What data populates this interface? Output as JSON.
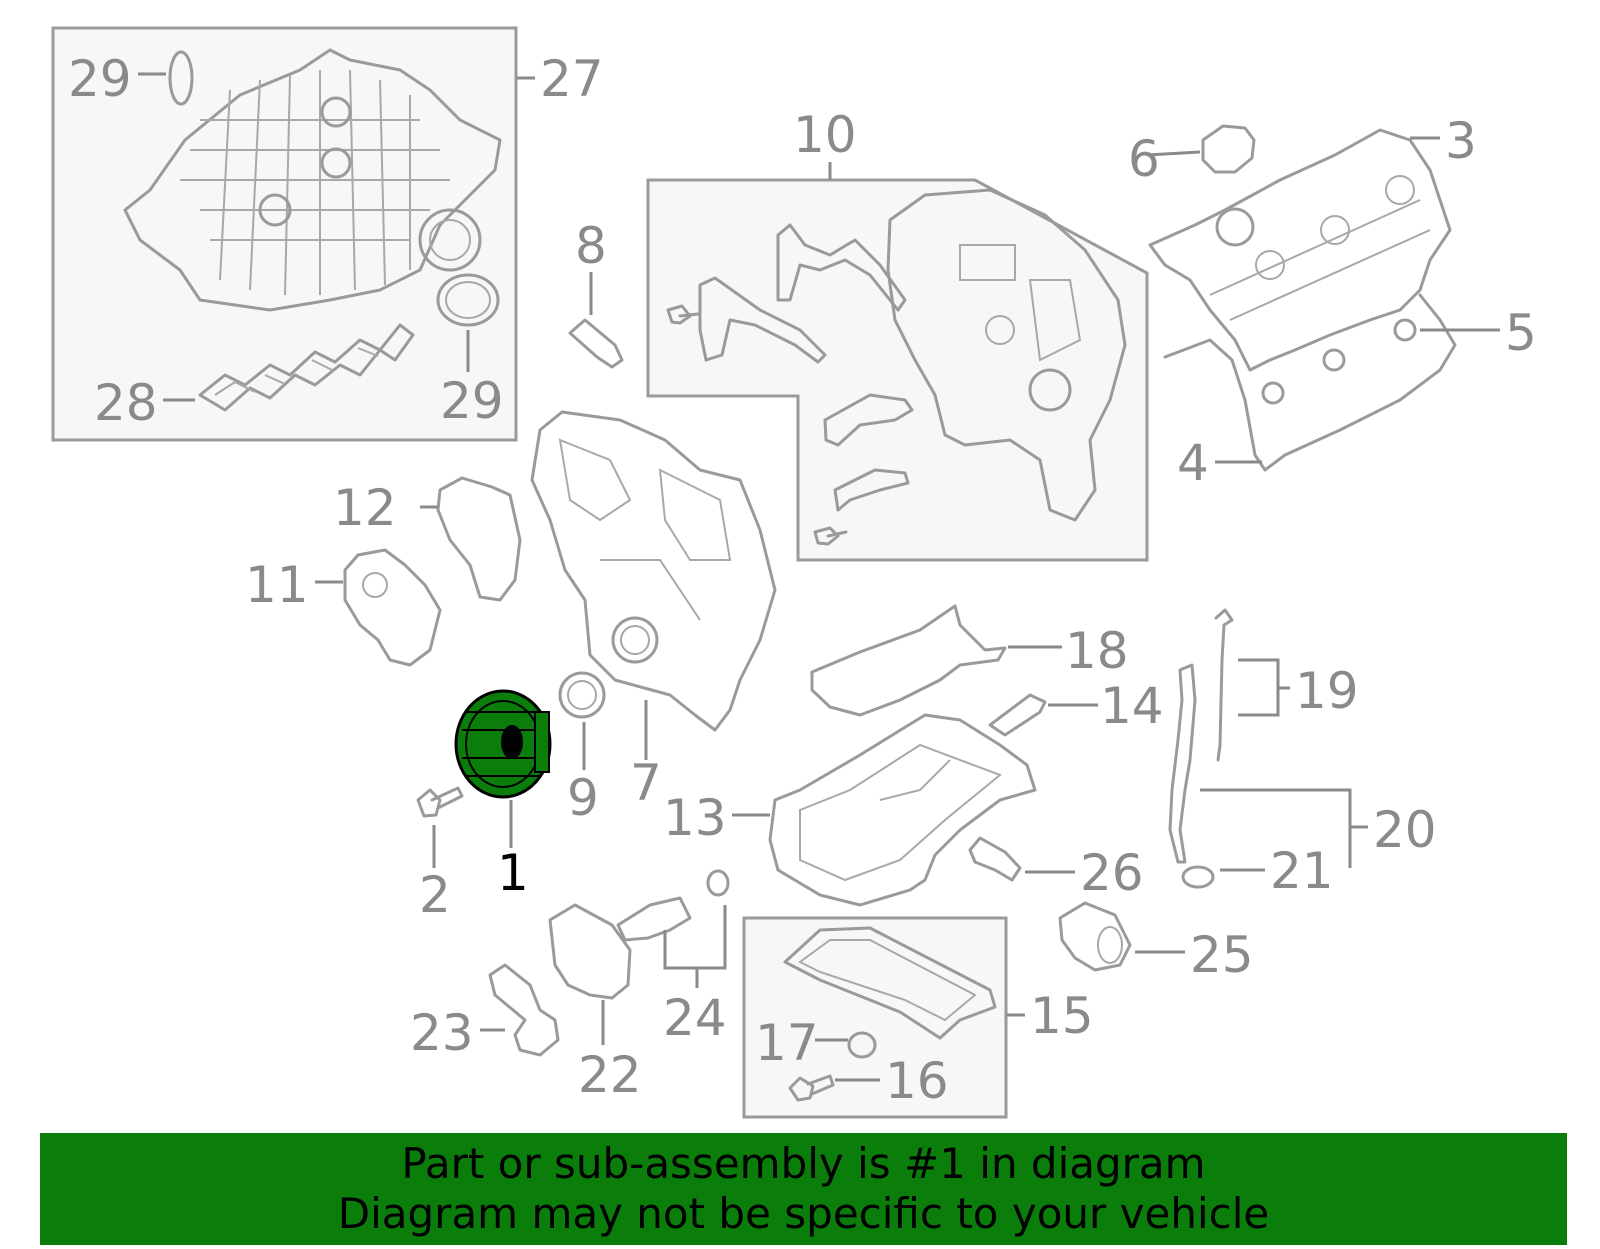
{
  "highlight": {
    "part_number": "1",
    "color": "#0b7d0b"
  },
  "callouts": [
    {
      "id": "1",
      "text": "1",
      "highlighted": true
    },
    {
      "id": "2",
      "text": "2"
    },
    {
      "id": "3",
      "text": "3"
    },
    {
      "id": "4",
      "text": "4"
    },
    {
      "id": "5",
      "text": "5"
    },
    {
      "id": "6",
      "text": "6"
    },
    {
      "id": "7",
      "text": "7"
    },
    {
      "id": "8",
      "text": "8"
    },
    {
      "id": "9",
      "text": "9"
    },
    {
      "id": "10",
      "text": "10"
    },
    {
      "id": "11",
      "text": "11"
    },
    {
      "id": "12",
      "text": "12"
    },
    {
      "id": "13",
      "text": "13"
    },
    {
      "id": "14",
      "text": "14"
    },
    {
      "id": "15",
      "text": "15"
    },
    {
      "id": "16",
      "text": "16"
    },
    {
      "id": "17",
      "text": "17"
    },
    {
      "id": "18",
      "text": "18"
    },
    {
      "id": "19",
      "text": "19"
    },
    {
      "id": "20",
      "text": "20"
    },
    {
      "id": "21",
      "text": "21"
    },
    {
      "id": "22",
      "text": "22"
    },
    {
      "id": "23",
      "text": "23"
    },
    {
      "id": "24",
      "text": "24"
    },
    {
      "id": "25",
      "text": "25"
    },
    {
      "id": "26",
      "text": "26"
    },
    {
      "id": "27",
      "text": "27"
    },
    {
      "id": "28",
      "text": "28"
    },
    {
      "id": "29a",
      "text": "29"
    },
    {
      "id": "29b",
      "text": "29"
    }
  ],
  "banner": {
    "line1": "Part or sub-assembly is #1 in diagram",
    "line2": "Diagram may not be specific to your vehicle",
    "background": "#0b7d0b"
  }
}
